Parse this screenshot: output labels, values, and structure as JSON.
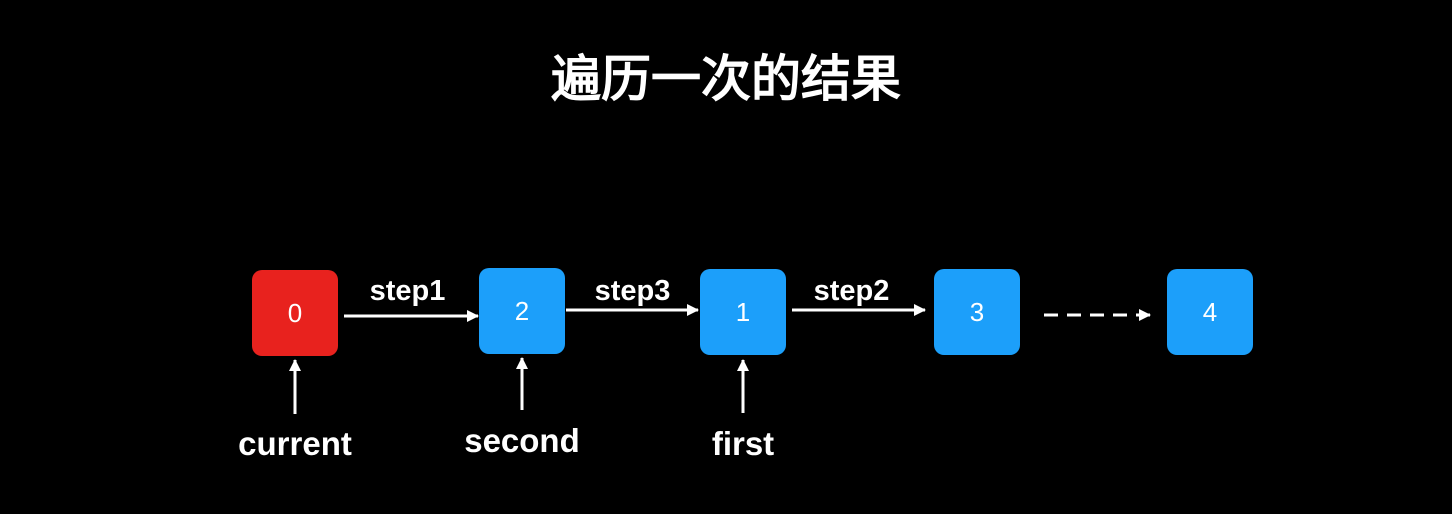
{
  "title": "遍历一次的结果",
  "nodes": [
    {
      "value": "0",
      "state": "current"
    },
    {
      "value": "2",
      "state": "normal"
    },
    {
      "value": "1",
      "state": "normal"
    },
    {
      "value": "3",
      "state": "normal"
    },
    {
      "value": "4",
      "state": "normal"
    }
  ],
  "edges": [
    {
      "label": "step1",
      "from": "0",
      "to": "2",
      "style": "solid"
    },
    {
      "label": "step3",
      "from": "2",
      "to": "1",
      "style": "solid"
    },
    {
      "label": "step2",
      "from": "1",
      "to": "3",
      "style": "solid"
    },
    {
      "label": "",
      "from": "3",
      "to": "4",
      "style": "dashed"
    }
  ],
  "pointers": [
    {
      "label": "current",
      "target": "0"
    },
    {
      "label": "second",
      "target": "2"
    },
    {
      "label": "first",
      "target": "1"
    }
  ],
  "colors": {
    "background": "#000000",
    "current_node": "#e8221e",
    "node": "#1c9ffa",
    "arrow": "#ffffff"
  }
}
